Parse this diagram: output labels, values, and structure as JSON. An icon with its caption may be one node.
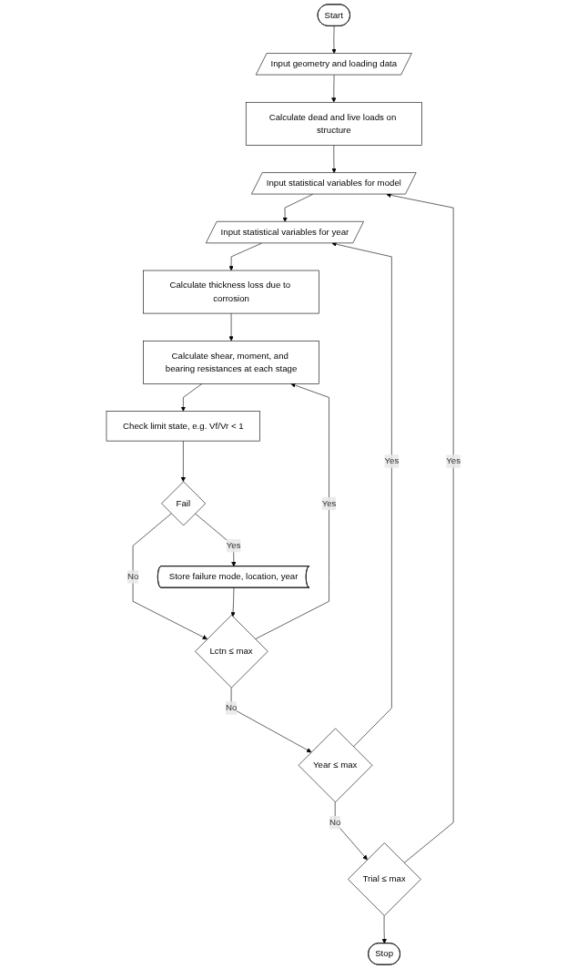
{
  "diagram": {
    "nodes": [
      {
        "text": [
          "Start"
        ]
      },
      {
        "text": [
          "Input geometry and loading data"
        ]
      },
      {
        "text": [
          "Calculate dead and live loads on structure"
        ]
      },
      {
        "text": [
          "Input statistical variables for model"
        ]
      },
      {
        "text": [
          "Input statistical variables for year"
        ]
      },
      {
        "text": [
          "Calculate thickness loss due to corrosion"
        ]
      },
      {
        "text": [
          "Calculate shear, moment, and bearing resistances at each stage"
        ]
      },
      {
        "text": [
          "Check limit state, e.g. Vf/Vr < 1"
        ]
      },
      {
        "text": [
          "Fail"
        ]
      },
      {
        "text": [
          "Store failure mode, location, year"
        ]
      },
      {
        "text": [
          "Lctn ≤ max"
        ]
      },
      {
        "text": [
          "Year ≤ max"
        ]
      },
      {
        "text": [
          "Trial ≤ max"
        ]
      },
      {
        "text": [
          "Stop"
        ]
      }
    ],
    "edges": [
      {
        "from": 0,
        "to": 1,
        "arrow": "to"
      },
      {
        "from": 1,
        "to": 2,
        "arrow": "to"
      },
      {
        "from": 2,
        "to": 3,
        "arrow": "to"
      },
      {
        "from": 3,
        "to": 4,
        "arrow": "to"
      },
      {
        "from": 4,
        "to": 5,
        "arrow": "to"
      },
      {
        "from": 5,
        "to": 6,
        "arrow": "to"
      },
      {
        "from": 6,
        "to": 7,
        "arrow": "to"
      },
      {
        "from": 7,
        "to": 8,
        "arrow": "to"
      },
      {
        "from": 8,
        "to": 9,
        "label": "Yes",
        "arrow": "to"
      },
      {
        "from": 8,
        "to": 10,
        "label": "No",
        "arrow": "to"
      },
      {
        "from": 9,
        "to": 10,
        "arrow": "to"
      },
      {
        "from": 10,
        "to": 6,
        "label": "Yes",
        "arrow": "to"
      },
      {
        "from": 10,
        "to": 11,
        "label": "No",
        "arrow": "to"
      },
      {
        "from": 11,
        "to": 4,
        "label": "Yes",
        "arrow": "to"
      },
      {
        "from": 11,
        "to": 12,
        "label": "No",
        "arrow": "to"
      },
      {
        "from": 12,
        "to": 3,
        "label": "Yes",
        "arrow": "to"
      },
      {
        "from": 12,
        "to": 13,
        "arrow": "to"
      }
    ]
  }
}
